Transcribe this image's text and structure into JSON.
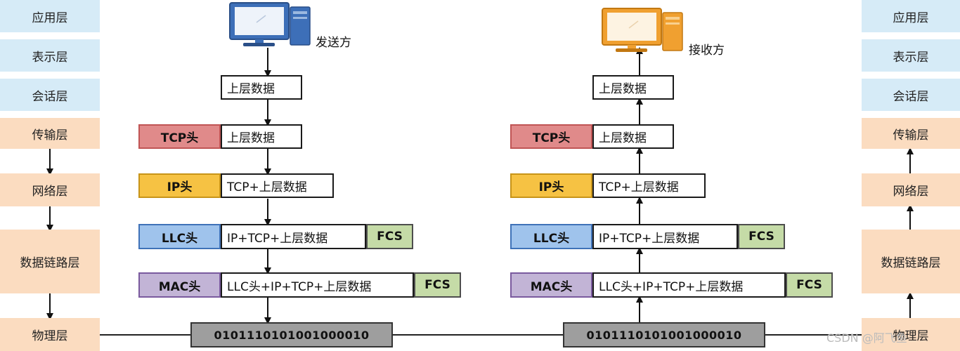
{
  "left_stack": {
    "application": "应用层",
    "presentation": "表示层",
    "session": "会话层",
    "transport": "传输层",
    "network": "网络层",
    "datalink": "数据链路层",
    "physical": "物理层"
  },
  "right_stack": {
    "application": "应用层",
    "presentation": "表示层",
    "session": "会话层",
    "transport": "传输层",
    "network": "网络层",
    "datalink": "数据链路层",
    "physical": "物理层"
  },
  "sender": {
    "label": "发送方",
    "computer_color": "#3d6fb8",
    "upper_data": "上层数据",
    "tcp_header": "TCP头",
    "tcp_payload": "上层数据",
    "ip_header": "IP头",
    "ip_payload": "TCP+上层数据",
    "llc_header": "LLC头",
    "llc_payload": "IP+TCP+上层数据",
    "llc_fcs": "FCS",
    "mac_header": "MAC头",
    "mac_payload": "LLC头+IP+TCP+上层数据",
    "mac_fcs": "FCS",
    "bits": "0101110101001000010"
  },
  "receiver": {
    "label": "接收方",
    "computer_color": "#f0a030",
    "upper_data": "上层数据",
    "tcp_header": "TCP头",
    "tcp_payload": "上层数据",
    "ip_header": "IP头",
    "ip_payload": "TCP+上层数据",
    "llc_header": "LLC头",
    "llc_payload": "IP+TCP+上层数据",
    "llc_fcs": "FCS",
    "mac_header": "MAC头",
    "mac_payload": "LLC头+IP+TCP+上层数据",
    "mac_fcs": "FCS",
    "bits": "0101110101001000010"
  },
  "watermark": "CSDN @阿飞鱼"
}
